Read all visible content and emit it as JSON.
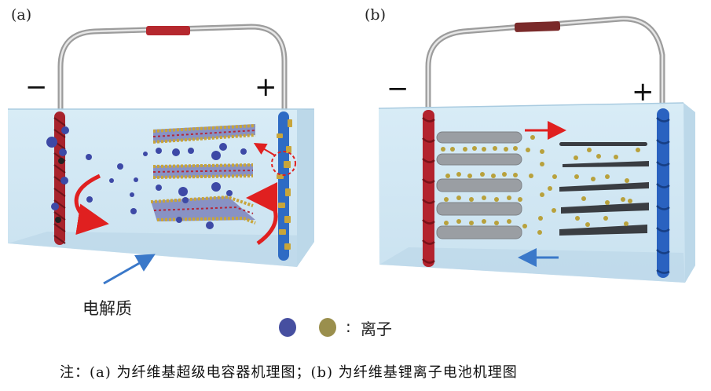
{
  "panels": {
    "a": {
      "label": "(a)",
      "negative_sign": "−",
      "positive_sign": "+",
      "electrolyte_label": "电解质",
      "description": "fiber-based supercapacitor mechanism",
      "colors": {
        "negative_electrode": "#a8232c",
        "positive_electrode": "#2e6bc4",
        "positive_electrode_coating": "#c8a53a",
        "connector_sleeve": "#b5282e",
        "wire": "#a9a9a9",
        "electrolyte": "#cfe6f3",
        "ion": "#3d49a6",
        "arrow_red": "#e02020",
        "arrow_blue": "#3a78c9"
      }
    },
    "b": {
      "label": "(b)",
      "negative_sign": "−",
      "positive_sign": "+",
      "description": "fiber-based lithium-ion battery mechanism",
      "colors": {
        "negative_electrode": "#b3232e",
        "positive_electrode": "#2a62c0",
        "connector_sleeve": "#7a2a2a",
        "wire": "#a9a9a9",
        "electrolyte": "#cfe6f3",
        "anode_layers": "#9a9ea3",
        "cathode_layers": "#3a3d42",
        "ion": "#b8a13c",
        "arrow_red": "#e02020",
        "arrow_blue": "#3a78c9"
      }
    }
  },
  "legend": {
    "separator": ":",
    "label": "离子",
    "colors": [
      "#464fa0",
      "#9a8f4d"
    ]
  },
  "caption": "注：(a) 为纤维基超级电容器机理图；(b) 为纤维基锂离子电池机理图"
}
